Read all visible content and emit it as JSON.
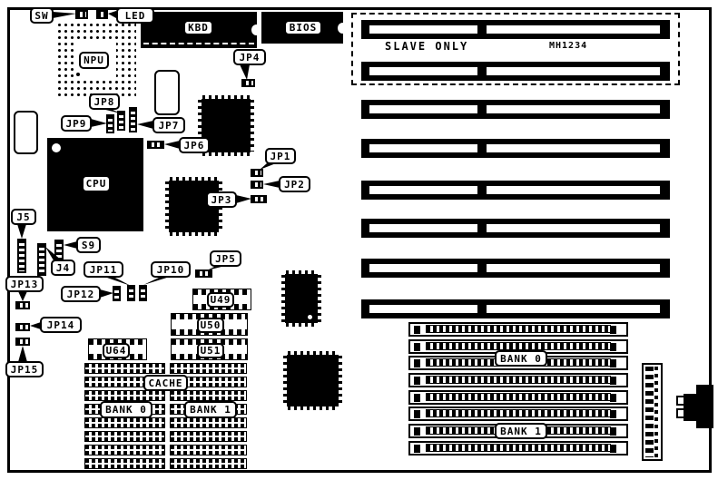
{
  "board": {
    "callouts": {
      "sw": "SW",
      "led": "LED",
      "jp1": "JP1",
      "jp2": "JP2",
      "jp3": "JP3",
      "jp4": "JP4",
      "jp5": "JP5",
      "jp6": "JP6",
      "jp7": "JP7",
      "jp8": "JP8",
      "jp9": "JP9",
      "jp10": "JP10",
      "jp11": "JP11",
      "jp12": "JP12",
      "jp13": "JP13",
      "jp14": "JP14",
      "jp15": "JP15",
      "j4": "J4",
      "j5": "J5",
      "s9": "S9"
    },
    "chips": {
      "kbd": "KBD",
      "bios": "BIOS",
      "npu": "NPU",
      "cpu": "CPU",
      "u49": "U49",
      "u50": "U50",
      "u51": "U51",
      "u64": "U64"
    },
    "memory": {
      "cache": "CACHE",
      "bank0": "BANK 0",
      "bank1": "BANK 1"
    },
    "simm": {
      "bank0": "BANK 0",
      "bank1": "BANK 1"
    },
    "expansion": {
      "slave_only": "SLAVE ONLY",
      "model": "MH1234"
    },
    "colors": {
      "ink": "#000000",
      "paper": "#ffffff"
    }
  }
}
